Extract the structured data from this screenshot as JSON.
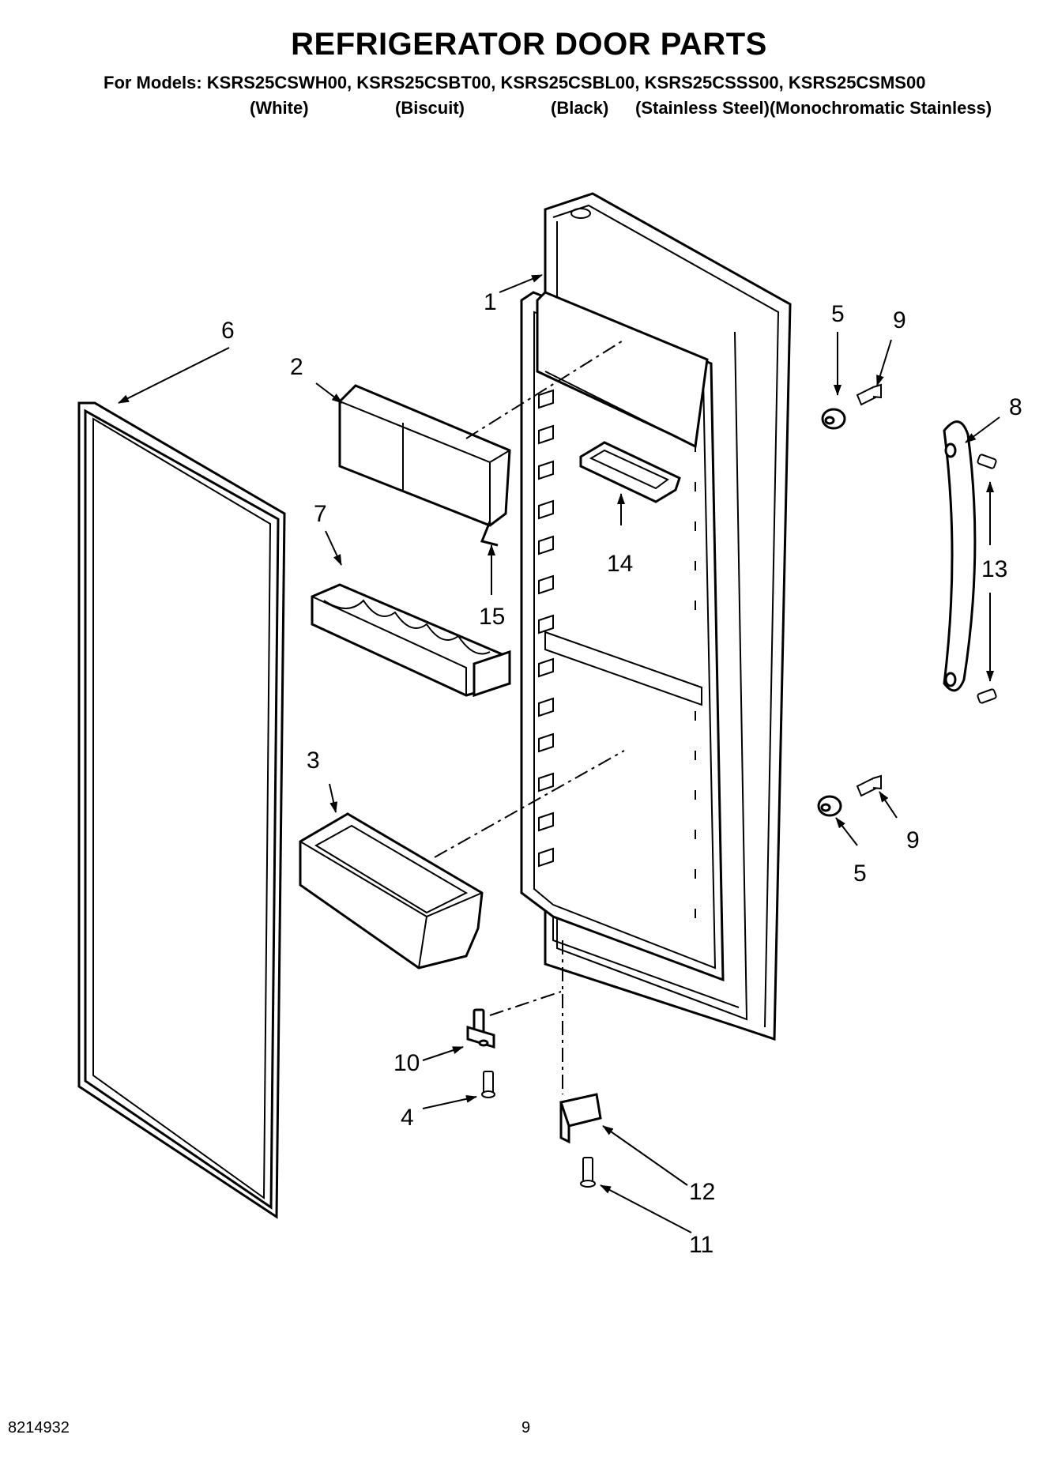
{
  "header": {
    "title": "REFRIGERATOR DOOR PARTS",
    "models_line": "For Models: KSRS25CSWH00, KSRS25CSBT00, KSRS25CSBL00, KSRS25CSSS00, KSRS25CSMS00",
    "variants": [
      "(White)",
      "(Biscuit)",
      "(Black)",
      "(Stainless Steel)(Monochromatic Stainless)"
    ]
  },
  "callouts": [
    "1",
    "2",
    "3",
    "4",
    "5",
    "5",
    "6",
    "7",
    "8",
    "9",
    "9",
    "10",
    "11",
    "12",
    "13",
    "14",
    "15"
  ],
  "footer": {
    "doc_number": "8214932",
    "page_number": "9"
  }
}
